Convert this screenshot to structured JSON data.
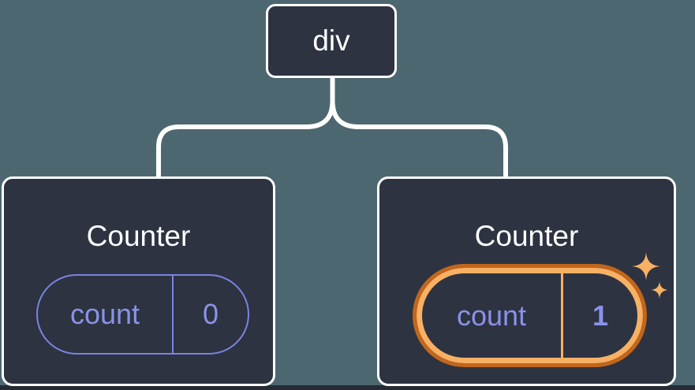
{
  "tree": {
    "root": {
      "label": "div"
    },
    "children": [
      {
        "title": "Counter",
        "state_key": "count",
        "state_value": "0",
        "highlighted": false
      },
      {
        "title": "Counter",
        "state_key": "count",
        "state_value": "1",
        "highlighted": true
      }
    ]
  },
  "icons": {
    "sparkle_large": "sparkle-icon",
    "sparkle_small": "sparkle-icon"
  },
  "colors": {
    "background": "#4D6770",
    "card_fill": "#2D3340",
    "card_border": "#FFFFFF",
    "connector": "#FFFFFF",
    "state_purple_text": "#8A92E8",
    "state_purple_border": "#7A83E2",
    "highlight_orange_light": "#F8B164",
    "highlight_orange_dark": "#C2661C",
    "sparkle": "#F8B164",
    "bottom_strip": "#262B36"
  }
}
